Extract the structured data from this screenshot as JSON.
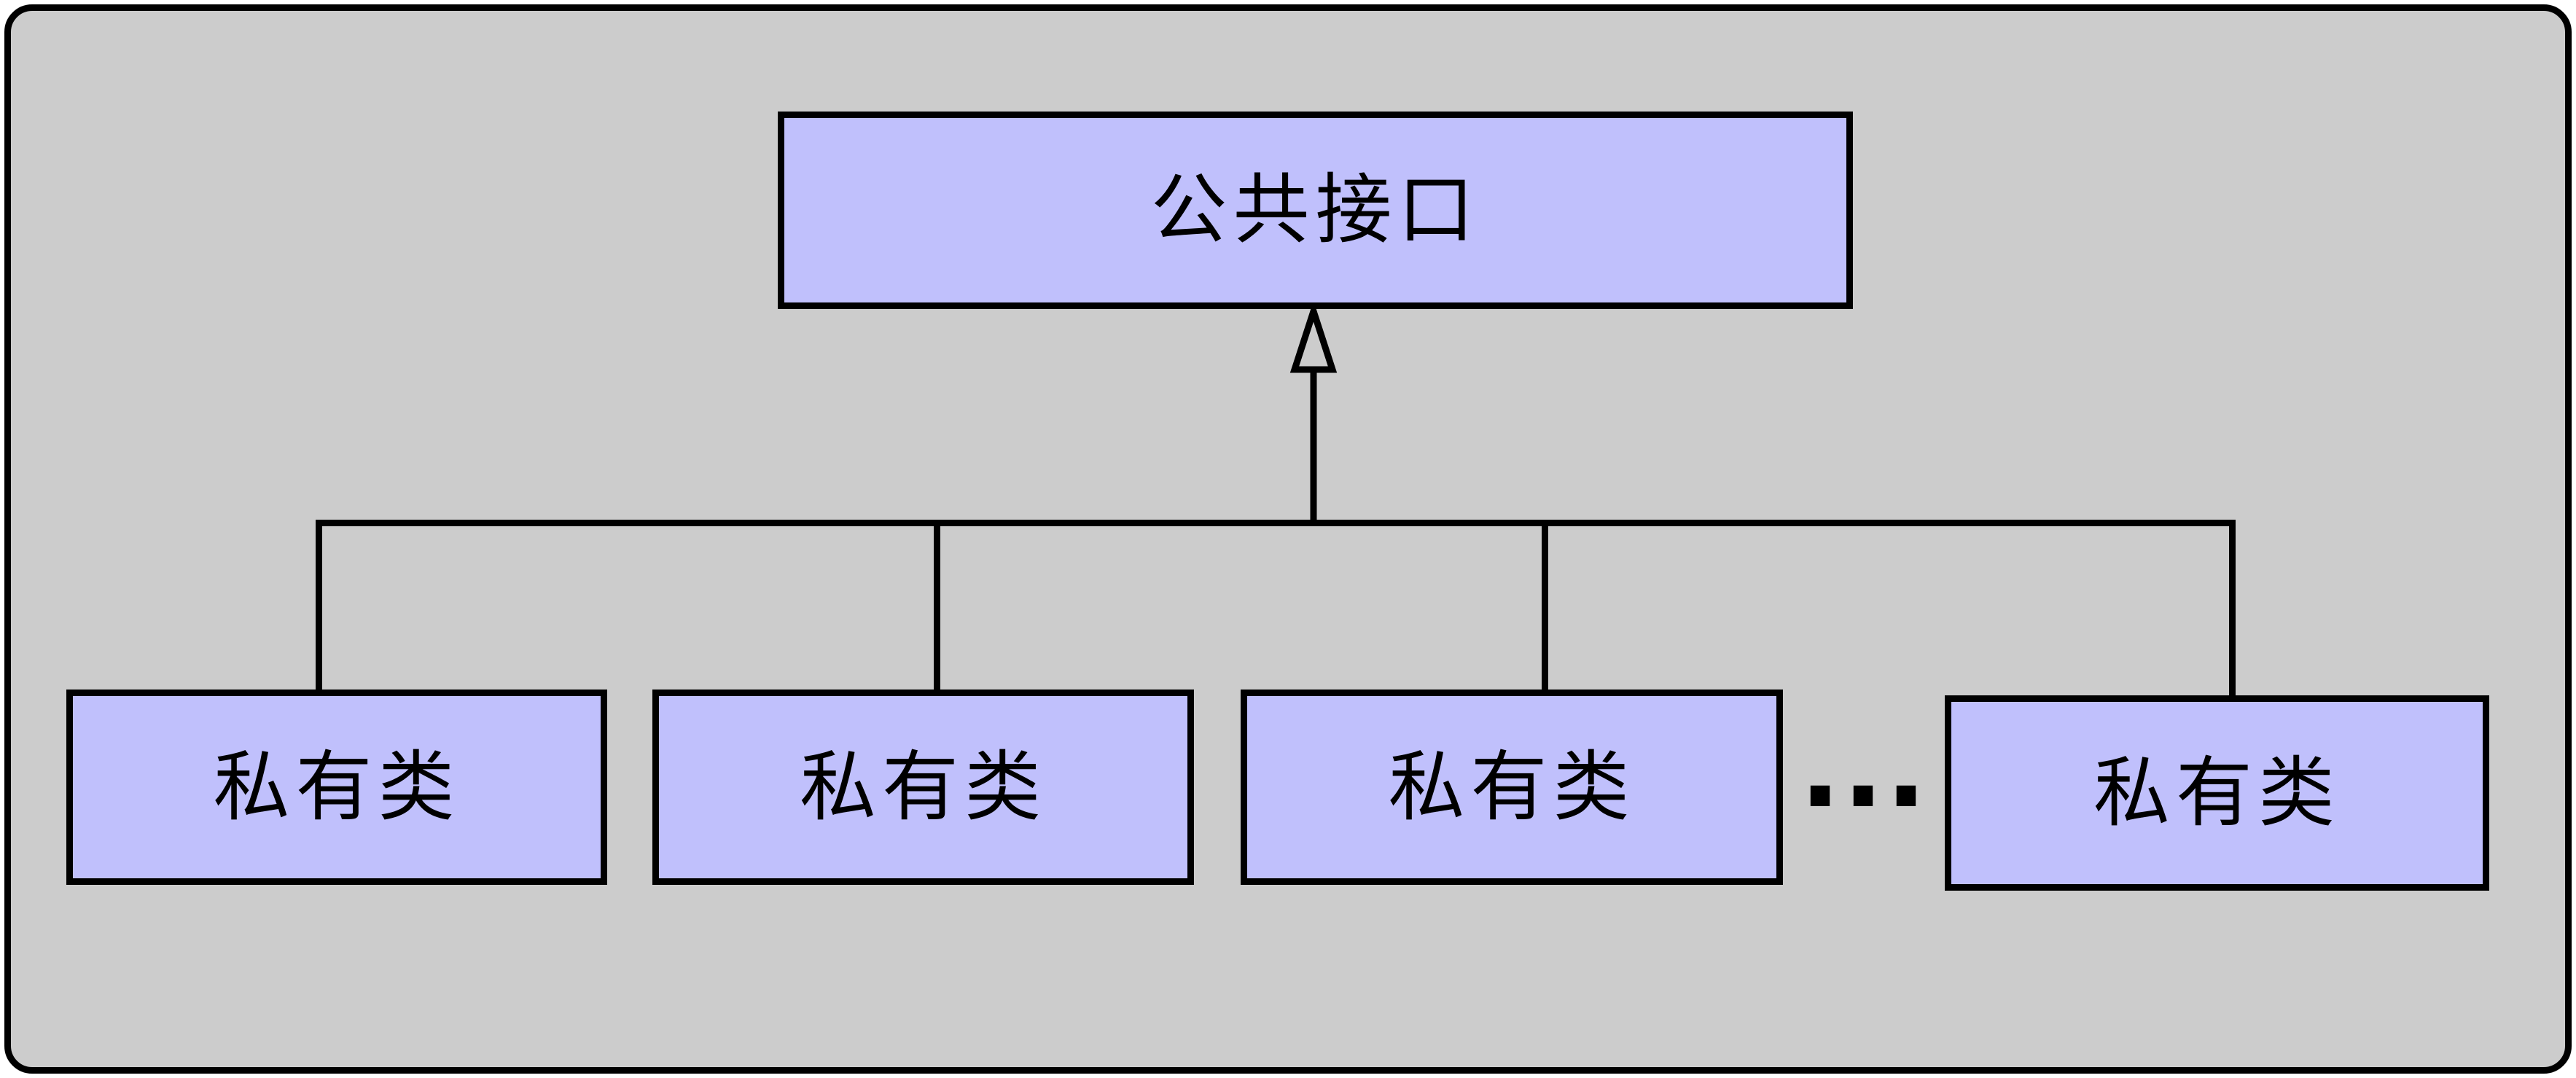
{
  "diagram": {
    "title": "interface-implementation-hierarchy",
    "top_box": {
      "label": "公共接口"
    },
    "bottom_boxes": [
      {
        "label": "私有类"
      },
      {
        "label": "私有类"
      },
      {
        "label": "私有类"
      },
      {
        "label": "私有类"
      }
    ],
    "ellipsis": "···",
    "relationship": "generalization-arrow-up",
    "colors": {
      "panel_background": "#cccccc",
      "box_fill": "#c0c0fc",
      "line": "#000000",
      "text": "#000000",
      "page_background": "#ffffff"
    }
  }
}
